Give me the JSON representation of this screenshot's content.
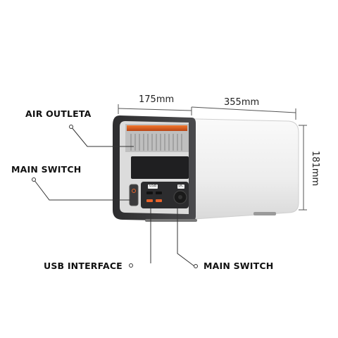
{
  "callouts": {
    "air_outlet": "AIR OUTLETA",
    "main_switch_left": "MAIN SWITCH",
    "usb_interface": "USB INTERFACE",
    "main_switch_bottom": "MAIN SWITCH"
  },
  "dimensions": {
    "front_depth": "175mm",
    "length": "355mm",
    "height": "181mm"
  },
  "panel": {
    "usb_label": "USB",
    "dc_label": "DC"
  },
  "colors": {
    "body": "#f2f2f2",
    "frame": "#3a3a3c",
    "accent": "#e8622a"
  }
}
